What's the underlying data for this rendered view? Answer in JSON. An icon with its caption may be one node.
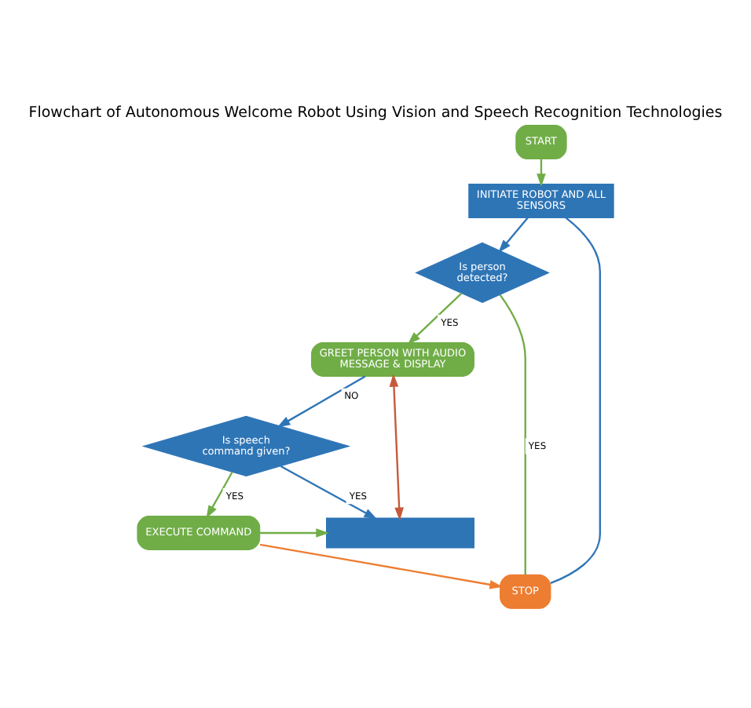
{
  "diagram": {
    "title": "Flowchart of Autonomous Welcome Robot Using Vision and Speech Recognition Technologies",
    "nodes": [
      {
        "text": [
          "START"
        ]
      },
      {
        "text": [
          "INITIATE ROBOT AND ALL SENSORS"
        ]
      },
      {
        "text": [
          "Is person detected?"
        ]
      },
      {
        "text": [
          "GREET PERSON WITH AUDIO MESSAGE & DISPLAY"
        ]
      },
      {
        "text": [
          "Is speech command given?"
        ]
      },
      {
        "text": [
          "EXECUTE COMMAND"
        ]
      },
      {
        "text": [],
        "shape": "box"
      },
      {
        "text": [
          "STOP"
        ]
      }
    ],
    "edges": [
      {
        "from": 0,
        "to": 1,
        "arrow": "to",
        "color": "#70ad47"
      },
      {
        "from": 1,
        "to": 2,
        "arrow": "to",
        "color": "#2e75b6"
      },
      {
        "from": 2,
        "to": 3,
        "arrow": "to",
        "label": "YES",
        "color": "#70ad47"
      },
      {
        "from": 3,
        "to": 4,
        "arrow": "to",
        "label": "NO",
        "color": "#2e75b6"
      },
      {
        "from": 4,
        "to": 5,
        "arrow": "to",
        "label": "YES",
        "color": "#70ad47"
      },
      {
        "from": 4,
        "to": 6,
        "arrow": "to",
        "label": "YES",
        "color": "#2e75b6"
      },
      {
        "from": 5,
        "to": 6,
        "arrow": "to",
        "color": "#70ad47"
      },
      {
        "from": 6,
        "to": 3,
        "arrow": "both",
        "color": "#c55a3a"
      },
      {
        "from": 5,
        "to": 7,
        "arrow": "to",
        "color": "#ed7d31"
      },
      {
        "from": 2,
        "to": 7,
        "arrow": "none",
        "label": "YES",
        "color": "#70ad47"
      },
      {
        "from": 1,
        "to": 7,
        "arrow": "none",
        "color": "#2e75b6"
      }
    ]
  }
}
